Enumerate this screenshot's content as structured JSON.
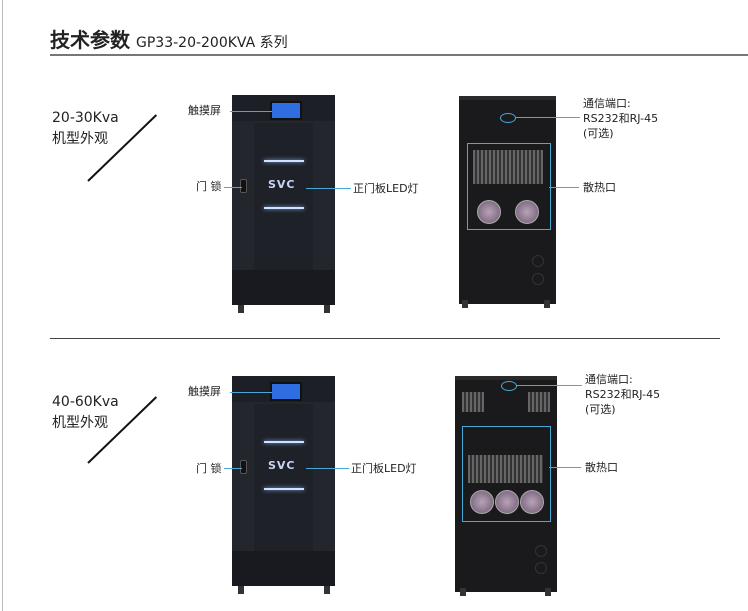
{
  "header": {
    "title_bold": "技术参数",
    "title_series": "GP33-20-200KVA 系列"
  },
  "sections": [
    {
      "model": "20-30Kva",
      "caption": "机型外观",
      "front_labels": {
        "screen": "触摸屏",
        "lock": "门 锁",
        "led": "正门板LED灯"
      },
      "back_labels": {
        "comm_title": "通信端口:",
        "comm_ports": "RS232和RJ-45",
        "comm_optional": "(可选)",
        "vent": "散热口"
      },
      "logo": "SVC"
    },
    {
      "model": "40-60Kva",
      "caption": "机型外观",
      "front_labels": {
        "screen": "触摸屏",
        "lock": "门 锁",
        "led": "正门板LED灯"
      },
      "back_labels": {
        "comm_title": "通信端口:",
        "comm_ports": "RS232和RJ-45",
        "comm_optional": "(可选)",
        "vent": "散热口"
      },
      "logo": "SVC"
    }
  ]
}
